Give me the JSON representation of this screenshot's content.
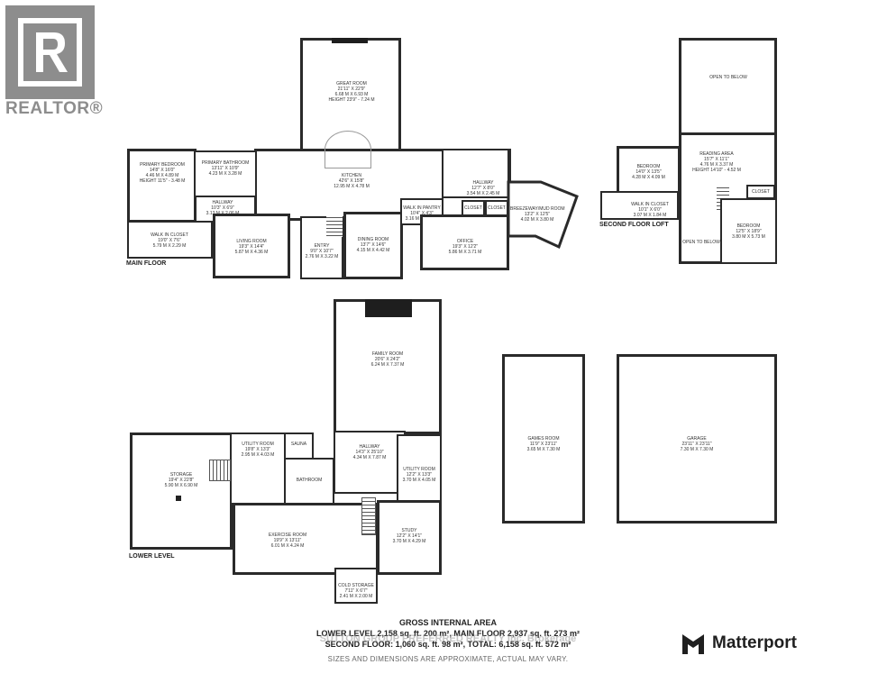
{
  "branding": {
    "realtor_logo_text": "REALTOR®",
    "matterport_text": "Matterport"
  },
  "floors": {
    "main": "MAIN FLOOR",
    "second": "SECOND FLOOR LOFT",
    "lower": "LOWER LEVEL"
  },
  "rooms": {
    "great_room": {
      "name": "GREAT ROOM",
      "imperial": "21'11\" x 22'9\"",
      "metric": "6.68 m x 6.93 m",
      "height": "HEIGHT 23'9\" - 7.24 m"
    },
    "primary_bedroom": {
      "name": "PRIMARY BEDROOM",
      "imperial": "14'8\" x 16'0\"",
      "metric": "4.46 m x 4.89 m",
      "height": "HEIGHT 11'5\" - 3.48 m"
    },
    "primary_bathroom": {
      "name": "PRIMARY BATHROOM",
      "imperial": "13'11\" x 10'9\"",
      "metric": "4.23 m x 3.28 m"
    },
    "hallway_main_left": {
      "name": "HALLWAY",
      "imperial": "10'3\" x 6'9\"",
      "metric": "3.13 m x 2.06 m"
    },
    "walk_in_closet_main": {
      "name": "WALK IN CLOSET",
      "imperial": "19'0\" x 7'6\"",
      "metric": "5.79 m x 2.29 m"
    },
    "kitchen": {
      "name": "KITCHEN",
      "imperial": "42'6\" x 15'8\"",
      "metric": "12.95 m x 4.78 m"
    },
    "living_room": {
      "name": "LIVING ROOM",
      "imperial": "19'3\" x 14'4\"",
      "metric": "5.87 m x 4.36 m"
    },
    "entry": {
      "name": "ENTRY",
      "imperial": "9'0\" x 10'7\"",
      "metric": "2.76 m x 3.22 m"
    },
    "dining_room": {
      "name": "DINING ROOM",
      "imperial": "13'7\" x 14'6\"",
      "metric": "4.15 m x 4.42 m"
    },
    "walk_in_pantry": {
      "name": "WALK IN PANTRY",
      "imperial": "10'4\" x 4'3\"",
      "metric": "3.16 m x 1.30 m"
    },
    "hallway_main_right": {
      "name": "HALLWAY",
      "imperial": "12'7\" x 8'0\"",
      "metric": "3.54 m x 2.45 m"
    },
    "office": {
      "name": "OFFICE",
      "imperial": "19'3\" x 12'2\"",
      "metric": "5.86 m x 3.71 m"
    },
    "breezeway": {
      "name": "BREEZEWAY/MUD ROOM",
      "imperial": "13'2\" x 12'5\"",
      "metric": "4.02 m x 3.80 m"
    },
    "closet_a": {
      "name": "CLOSET"
    },
    "closet_b": {
      "name": "CLOSET"
    },
    "closet_c": {
      "name": "CLOSET"
    },
    "open_to_below_top": {
      "name": "OPEN TO BELOW"
    },
    "open_to_below_bottom": {
      "name": "OPEN TO BELOW"
    },
    "bedroom_loft_left": {
      "name": "BEDROOM",
      "imperial": "14'0\" x 13'5\"",
      "metric": "4.28 m x 4.09 m"
    },
    "reading_area": {
      "name": "READING AREA",
      "imperial": "15'7\" x 11'1\"",
      "metric": "4.76 m x 3.37 m",
      "height": "HEIGHT 14'10\" - 4.52 m"
    },
    "walk_in_closet_loft": {
      "name": "WALK IN CLOSET",
      "imperial": "10'1\" x 6'0\"",
      "metric": "3.07 m x 1.84 m"
    },
    "bedroom_loft_right": {
      "name": "BEDROOM",
      "imperial": "12'5\" x 18'9\"",
      "metric": "3.80 m x 5.73 m"
    },
    "family_room": {
      "name": "FAMILY ROOM",
      "imperial": "20'6\" x 24'2\"",
      "metric": "6.24 m x 7.37 m"
    },
    "storage": {
      "name": "STORAGE",
      "imperial": "19'4\" x 22'8\"",
      "metric": "5.90 m x 6.90 m"
    },
    "utility_room_left": {
      "name": "UTILITY ROOM",
      "imperial": "19'8\" x 13'3\"",
      "metric": "2.95 m x 4.03 m"
    },
    "sauna": {
      "name": "SAUNA"
    },
    "bathroom_lower": {
      "name": "BATHROOM"
    },
    "hallway_lower": {
      "name": "HALLWAY",
      "imperial": "14'3\" x 25'10\"",
      "metric": "4.34 m x 7.87 m"
    },
    "utility_room_right": {
      "name": "UTILITY ROOM",
      "imperial": "12'2\" x 13'3\"",
      "metric": "3.70 m x 4.05 m"
    },
    "exercise_room": {
      "name": "EXERCISE ROOM",
      "imperial": "19'9\" x 13'11\"",
      "metric": "6.01 m x 4.24 m"
    },
    "study": {
      "name": "STUDY",
      "imperial": "12'2\" x 14'1\"",
      "metric": "3.70 m x 4.29 m"
    },
    "cold_storage": {
      "name": "COLD STORAGE",
      "imperial": "7'11\" x 6'7\"",
      "metric": "2.41 m x 2.00 m"
    },
    "games_room": {
      "name": "GAMES ROOM",
      "imperial": "11'9\" x 23'11\"",
      "metric": "3.65 m x 7.30 m"
    },
    "garage": {
      "name": "GARAGE",
      "imperial": "23'11\" x 23'11\"",
      "metric": "7.30 m x 7.30 m"
    }
  },
  "footer": {
    "title": "GROSS INTERNAL AREA",
    "line1": "LOWER LEVEL 2,158 sq. ft. 200 m², MAIN FLOOR 2,937 sq. ft. 273 m²",
    "line2": "SECOND FLOOR: 1,060 sq. ft. 98 m², TOTAL: 6,158 sq. ft. 572 m²",
    "note": "SIZES AND DIMENSIONS ARE APPROXIMATE, ACTUAL MAY VARY.",
    "watermark": "SUTTON GROUP PREFERRED REALTY Inc. Brokerage"
  }
}
